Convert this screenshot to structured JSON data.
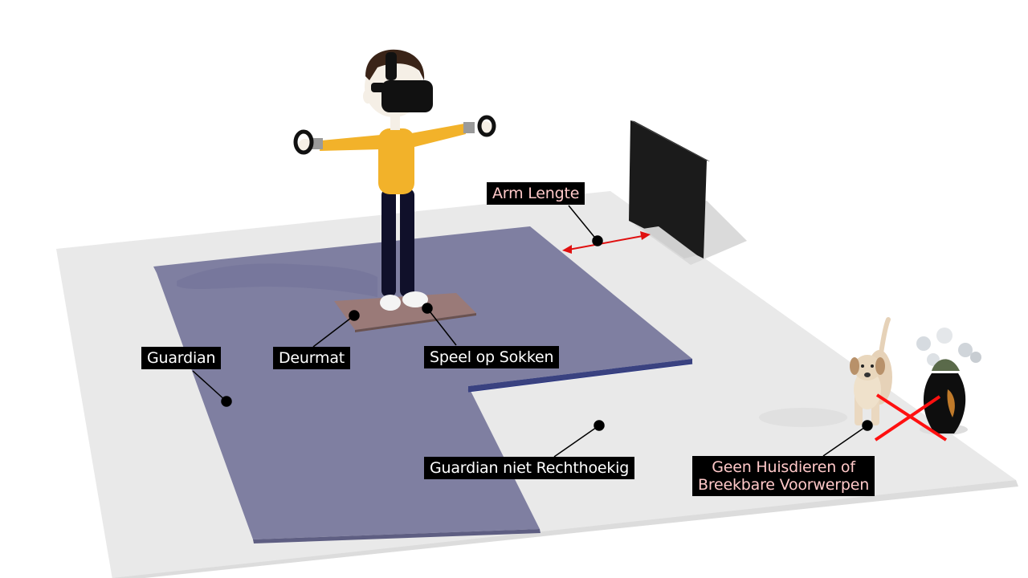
{
  "labels": {
    "guardian": "Guardian",
    "deurmat": "Deurmat",
    "speel_op_sokken": "Speel op Sokken",
    "arm_lengte": "Arm Lengte",
    "guardian_niet_rechthoekig": "Guardian niet Rechthoekig",
    "geen_huisdieren_line1": "Geen Huisdieren of",
    "geen_huisdieren_line2": "Breekbare Voorwerpen"
  },
  "colors": {
    "floor": "#e9e9e9",
    "guardian_area": "#7f7fa1",
    "guardian_edge": "#1c2a80",
    "doormat": "#9a7a78",
    "label_bg": "#000000",
    "label_text": "#ffffff",
    "label_text_warning": "#ffc8c8",
    "arrow": "#e01010",
    "cross": "#ff1010",
    "shirt": "#f2b22a",
    "pants": "#10102a",
    "headset": "#111111",
    "tv": "#1b1b1b"
  }
}
